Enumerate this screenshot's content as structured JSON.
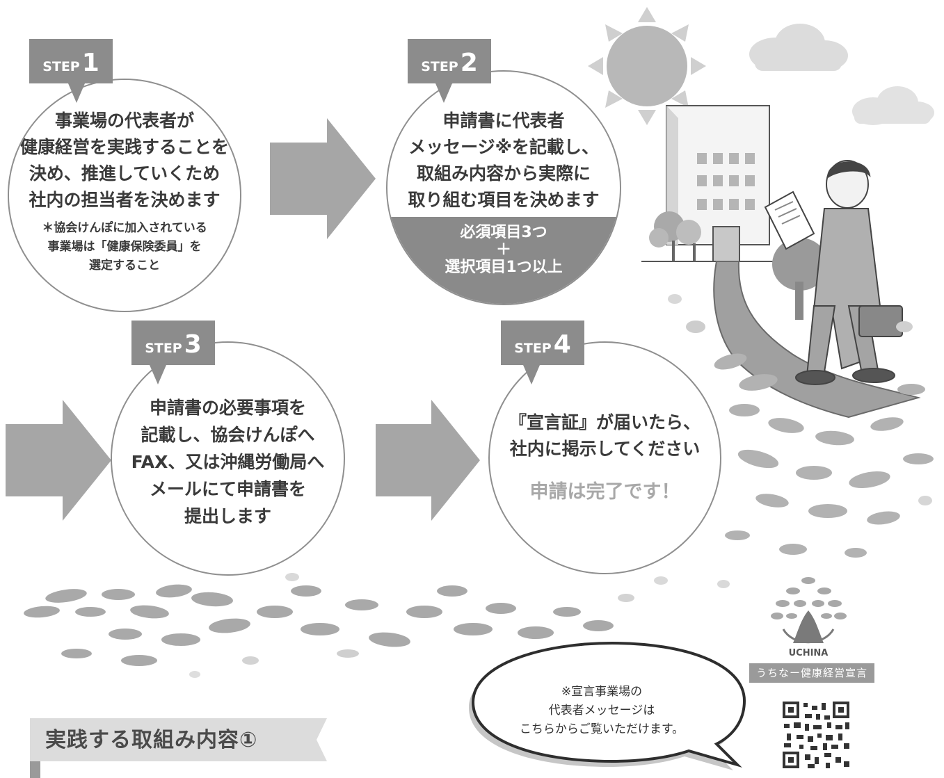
{
  "steps": [
    {
      "tag": {
        "word": "STEP",
        "num": "1"
      },
      "lines": [
        "事業場の代表者が",
        "健康経営を実践することを",
        "決め、推進していくため",
        "社内の担当者を決めます"
      ],
      "note": [
        "＊協会けんぽに加入されている",
        "事業場は「健康保険委員」を",
        "選定すること"
      ]
    },
    {
      "tag": {
        "word": "STEP",
        "num": "2"
      },
      "lines": [
        "申請書に代表者",
        "メッセージ※を記載し、",
        "取組み内容から実際に",
        "取り組む項目を決めます"
      ],
      "band": [
        "必須項目3つ",
        "＋",
        "選択項目1つ以上"
      ]
    },
    {
      "tag": {
        "word": "STEP",
        "num": "3"
      },
      "lines": [
        "申請書の必要事項を",
        "記載し、協会けんぽへ",
        "FAX、又は沖縄労働局へ",
        "メールにて申請書を",
        "提出します"
      ]
    },
    {
      "tag": {
        "word": "STEP",
        "num": "4"
      },
      "lines": [
        "『宣言証』が届いたら、",
        "社内に掲示してください"
      ],
      "done": "申請は完了です！"
    }
  ],
  "bubble": [
    "※宣言事業場の",
    "代表者メッセージは",
    "こちらからご覧いただけます。"
  ],
  "logo": {
    "name": "UCHINA",
    "title": "うちなー健康経営宣言"
  },
  "section_heading": "実践する取組み内容①",
  "colors": {
    "arrow": "#a6a6a6",
    "tag": "#8c8c8c",
    "band": "#8a8a8a",
    "circle_border": "#8f8f8f"
  }
}
